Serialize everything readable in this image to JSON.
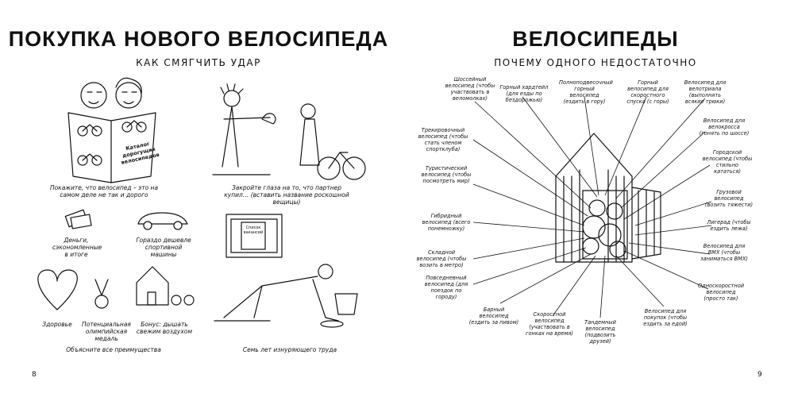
{
  "left": {
    "title": "ПОКУПКА НОВОГО ВЕЛОСИПЕДА",
    "subtitle": "КАК СМЯГЧИТЬ УДАР",
    "catalog_text": "Каталог дорогущих велосипедов",
    "captions": {
      "show_cost": "Покажите, что велосипед – это на самом деле не так и дорого",
      "close_eyes": "Закройте глаза на то, что партнер купил… (вставить название роскошной вещицы)",
      "money": "Деньги, сэкономленные в итоге",
      "cheaper": "Гораздо дешевле спортивной машины",
      "health": "Здоровье",
      "medal": "Потенциальная олимпийская медаль",
      "bonus": "Бонус: дышать свежим воздухом",
      "explain": "Объясните все преимущества",
      "seven_years": "Семь лет изнуряющего труда"
    },
    "list_sign": "Список вакансий",
    "page_number": "8"
  },
  "right": {
    "title": "ВЕЛОСИПЕДЫ",
    "subtitle": "ПОЧЕМУ ОДНОГО НЕДОСТАТОЧНО",
    "labels": [
      "Шоссейный велосипед (чтобы участвовать в веломолках)",
      "Горный хардтейл (для езды по бездорожью)",
      "Полноподвесочный горный велосипед (ездить в гору)",
      "Горный велосипед для скоростного спуска (с горы)",
      "Велосипед для велотриала (выполнять всякие трюки)",
      "Трекировочный велосипед (чтобы стать членом спортклуба)",
      "Велосипед для велокросса (гонять по шоссе)",
      "Туристический велосипед (чтобы посмотреть мир)",
      "Городской велосипед (чтобы стильно кататься)",
      "Грузовой велосипед (возить тяжести)",
      "Гибридный велосипед (всего понемножку)",
      "Лигерад (чтобы ездить лежа)",
      "Складной велосипед (чтобы возить в метро)",
      "Велосипед для BMX (чтобы заниматься BMX)",
      "Повседневный велосипед (для поездок по городу)",
      "Односкоростной велосипед (просто так)",
      "Барный велосипед (ездить за пивом)",
      "Скоростной велосипед (участвовать в гонках на время)",
      "Тандемный велосипед (подвозить друзей)",
      "Велосипед для покупок (чтобы ездить за едой)"
    ],
    "page_number": "9"
  }
}
